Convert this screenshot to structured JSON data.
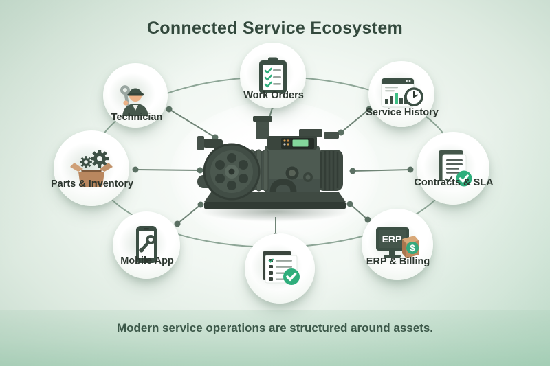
{
  "title": "Connected Service Ecosystem",
  "caption": "Modern service operations are structured around assets.",
  "nodes": [
    {
      "id": "technician",
      "label": "Technician",
      "icon": "technician-icon"
    },
    {
      "id": "work-orders",
      "label": "Work Orders",
      "icon": "clipboard-checklist-icon"
    },
    {
      "id": "service-history",
      "label": "Service History",
      "icon": "history-chart-clock-icon"
    },
    {
      "id": "contracts-sla",
      "label": "Contracts & SLA",
      "icon": "contract-check-icon"
    },
    {
      "id": "erp-billing",
      "label": "ERP & Billing",
      "icon": "erp-monitor-box-icon",
      "screen_text": "ERP",
      "badge_text": "$"
    },
    {
      "id": "mobile-app",
      "label": "Mobile App",
      "icon": "phone-wrench-icon"
    },
    {
      "id": "parts-inventory",
      "label": "Parts & Inventory",
      "icon": "box-gears-icon"
    },
    {
      "id": "asset-checklist",
      "label": "",
      "icon": "checklist-check-icon"
    }
  ],
  "center": {
    "name": "industrial-asset-machine"
  },
  "colors": {
    "title_text": "#33493d",
    "label_text": "#2c362f",
    "caption_text": "#3c5849",
    "connector_line": "#6f8476",
    "ring_line": "#8ea697",
    "dark_green": "#3e5045",
    "accent_green": "#2fae7c",
    "screen_green": "#83d79b",
    "box_brown": "#c08a5e"
  }
}
